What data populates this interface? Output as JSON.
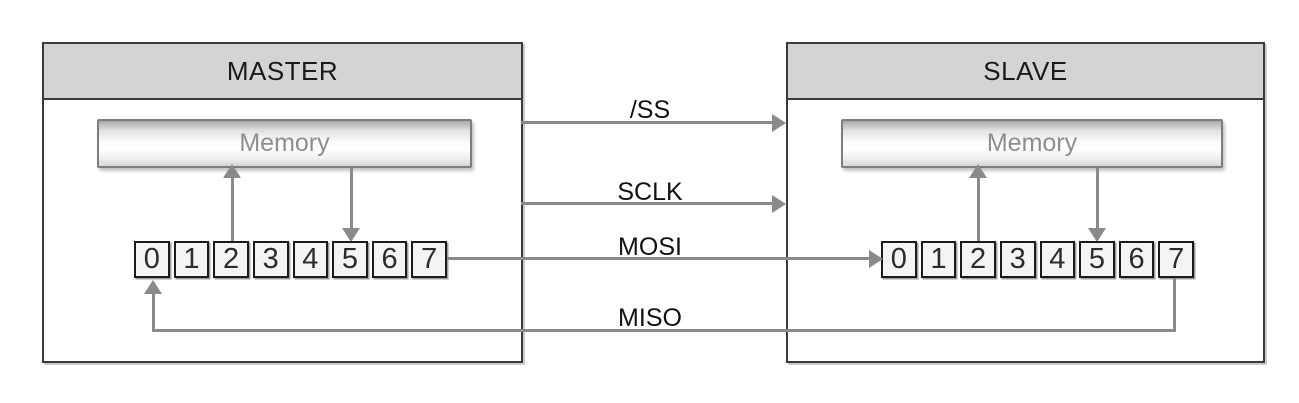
{
  "master": {
    "title": "MASTER",
    "memory_label": "Memory",
    "register_cells": [
      "0",
      "1",
      "2",
      "3",
      "4",
      "5",
      "6",
      "7"
    ]
  },
  "slave": {
    "title": "SLAVE",
    "memory_label": "Memory",
    "register_cells": [
      "0",
      "1",
      "2",
      "3",
      "4",
      "5",
      "6",
      "7"
    ]
  },
  "signals": {
    "ss": "/SS",
    "sclk": "SCLK",
    "mosi": "MOSI",
    "miso": "MISO"
  },
  "colors": {
    "line": "#8a8a8a",
    "box_border": "#3a3a3a",
    "header_fill": "#d4d4d4",
    "memory_text": "#8e8e8e",
    "cell_fill": "#f4f4f4",
    "label_text": "#111111",
    "background": "#ffffff"
  }
}
